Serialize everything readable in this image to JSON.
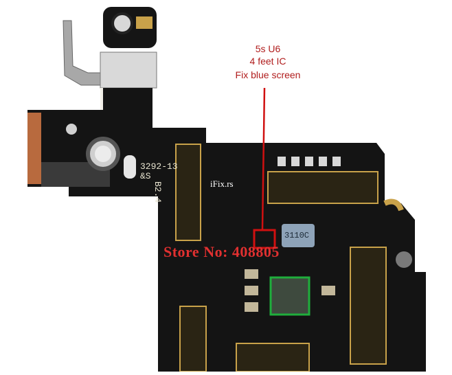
{
  "annotation": {
    "line1": "5s U6",
    "line2": "4 feet IC",
    "line3": "Fix blue screen"
  },
  "watermarks": {
    "site": "iFix.rs",
    "store": "Store No: 408805"
  },
  "board_silkscreen": {
    "part": "3292-13",
    "suffix": "&S",
    "rev": "B2.4",
    "chip_mark": "3110C"
  },
  "colors": {
    "board": "#141414",
    "annotation": "#b01c1c",
    "highlight_box": "#d01010",
    "gold": "#c9a24a",
    "cpu_outline": "#1fae3c"
  }
}
